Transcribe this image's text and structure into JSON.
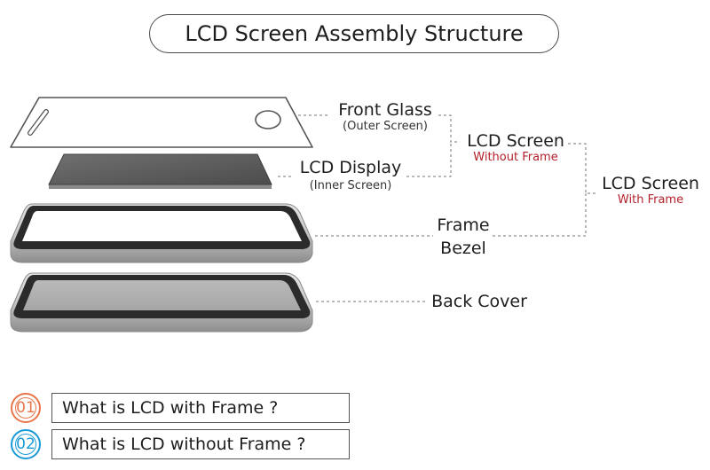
{
  "title": "LCD Screen Assembly Structure",
  "labels": {
    "front_glass": "Front Glass",
    "front_glass_sub": "(Outer Screen)",
    "lcd_display": "LCD Display",
    "lcd_display_sub": "(Inner Screen)",
    "frame": "Frame",
    "bezel": "Bezel",
    "back_cover": "Back Cover",
    "lcd_without": "LCD Screen",
    "lcd_without_sub": "Without Frame",
    "lcd_with": "LCD Screen",
    "lcd_with_sub": "With Frame"
  },
  "faq": [
    {
      "number": "01",
      "text": "What is LCD with Frame ?",
      "color": "#e8764a"
    },
    {
      "number": "02",
      "text": "What is LCD without Frame ?",
      "color": "#1a9bd7"
    }
  ],
  "colors": {
    "accent_red": "#b3202a",
    "frame_grey": "#b8b8b8",
    "display_dark": "#4a4a4a"
  }
}
